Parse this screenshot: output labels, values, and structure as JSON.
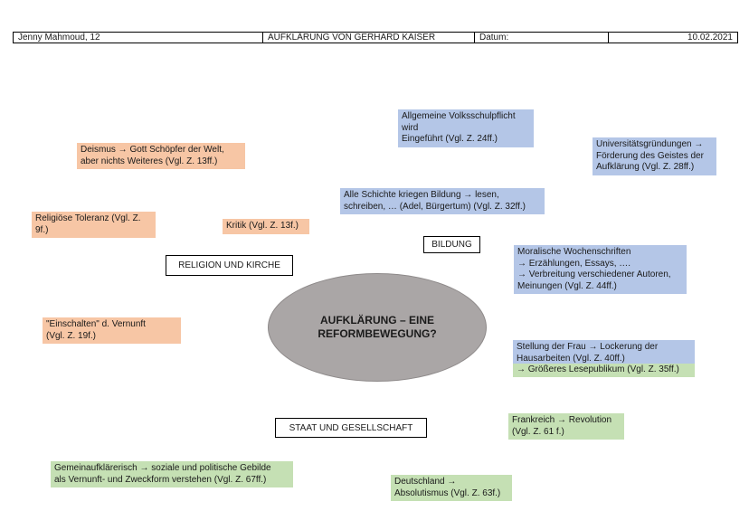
{
  "header": {
    "name": "Jenny Mahmoud, 12",
    "title": "AUFKLÄRUNG VON GERHARD KAISER",
    "date_label": "Datum:",
    "date": "10.02.2021"
  },
  "center": {
    "line1": "AUFKLÄRUNG – EINE",
    "line2": "REFORMBEWEGUNG?"
  },
  "labels": {
    "religion": "RELIGION UND KIRCHE",
    "bildung": "BILDUNG",
    "staat": "STAAT UND GESELLSCHAFT"
  },
  "notes": {
    "deismus": [
      "Deismus → Gott Schöpfer der Welt,",
      "aber nichts Weiteres (Vgl. Z. 13ff.)"
    ],
    "toleranz": [
      "Religiöse Toleranz (Vgl. Z.",
      "9f.)"
    ],
    "kritik": [
      "Kritik (Vgl. Z. 13f.)"
    ],
    "einschalten": [
      "\"Einschalten\" d. Vernunft",
      "(Vgl. Z. 19f.)"
    ],
    "volksschul": [
      "Allgemeine Volksschulpflicht",
      "wird",
      "Eingeführt (Vgl. Z. 24ff.)"
    ],
    "universitaet": [
      "Universitätsgründungen →",
      "Förderung des Geistes der",
      "Aufklärung (Vgl. Z. 28ff.)"
    ],
    "schichte": [
      "Alle Schichte kriegen Bildung → lesen,",
      "schreiben, … (Adel, Bürgertum) (Vgl. Z. 32ff.)"
    ],
    "wochenschriften": [
      "Moralische Wochenschriften",
      "→ Erzählungen, Essays, ….",
      "→ Verbreitung verschiedener Autoren,",
      "Meinungen (Vgl. Z. 44ff.)"
    ],
    "frau": [
      "Stellung der Frau → Lockerung der",
      "Hausarbeiten (Vgl. Z. 40ff.)"
    ],
    "lesepublikum": [
      "→ Größeres Lesepublikum (Vgl. Z. 35ff.)"
    ],
    "frankreich": [
      "Frankreich → Revolution",
      "(Vgl. Z. 61 f.)"
    ],
    "gemein": [
      "Gemeinaufklärerisch → soziale und politische Gebilde",
      "als Vernunft- und Zweckform verstehen (Vgl. Z. 67ff.)"
    ],
    "deutschland": [
      "Deutschland →",
      "Absolutismus (Vgl. Z. 63f.)"
    ]
  },
  "colors": {
    "religion": "#f7c6a5",
    "bildung": "#b4c6e7",
    "staat": "#c5e0b4",
    "center": "#aaa6a6"
  }
}
